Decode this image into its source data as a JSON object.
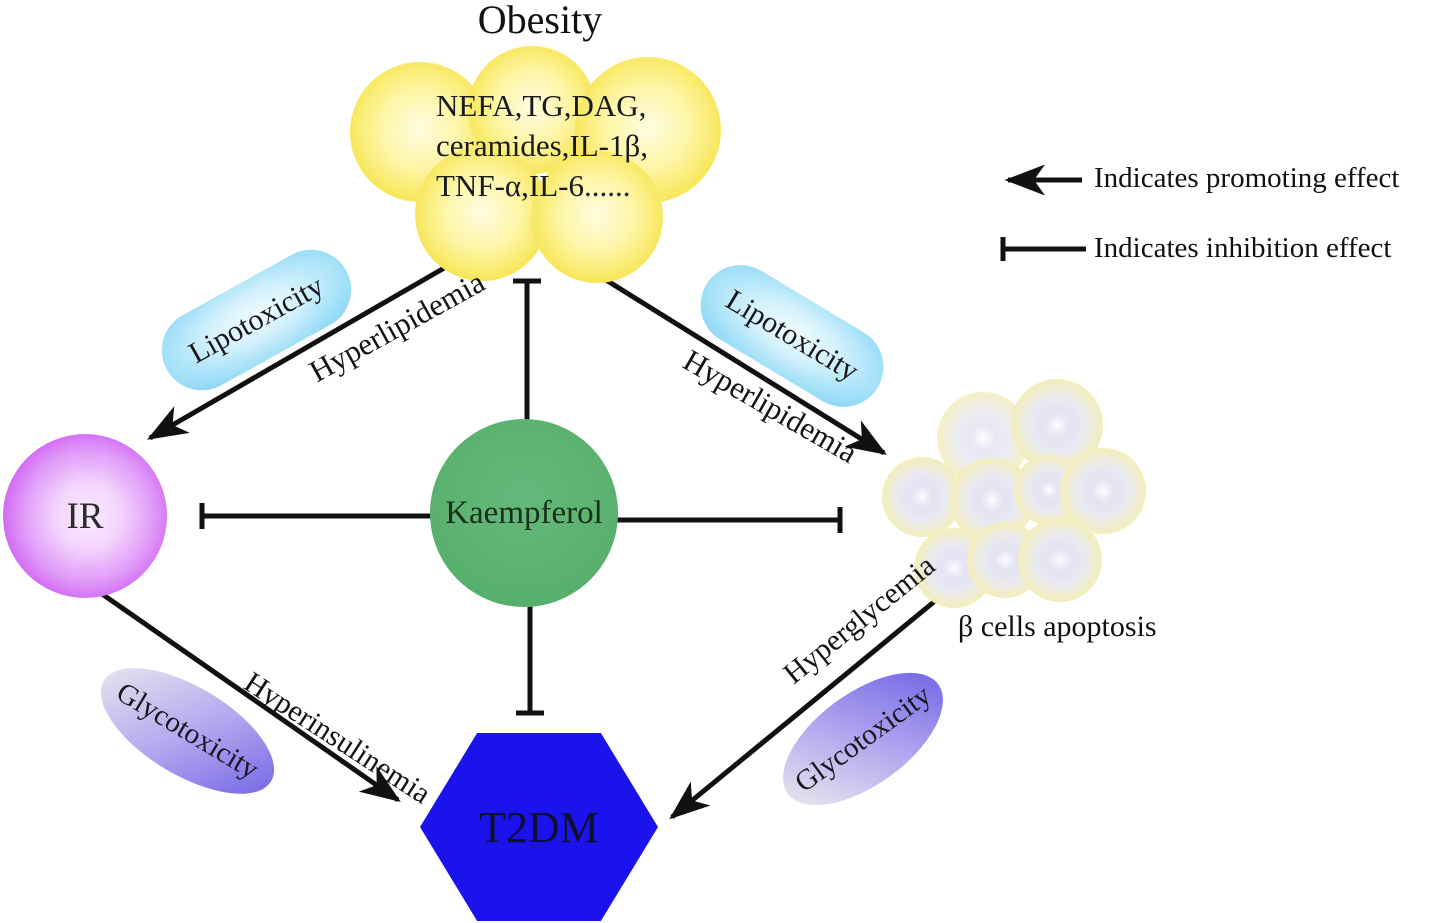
{
  "nodes": {
    "obesity": {
      "title": "Obesity",
      "lines": [
        "NEFA,TG,DAG,",
        "ceramides,IL-1β,",
        "TNF-α,IL-6......"
      ]
    },
    "kaempferol": {
      "label": "Kaempferol"
    },
    "ir": {
      "label": "IR"
    },
    "beta_cells": {
      "label": "β cells apoptosis"
    },
    "t2dm": {
      "label": "T2DM"
    }
  },
  "edges": {
    "lipotoxicity_left": "Lipotoxicity",
    "lipotoxicity_right": "Lipotoxicity",
    "hyperlipidemia_left": "Hyperlipidemia",
    "hyperlipidemia_right": "Hyperlipidemia",
    "hyperinsulinemia": "Hyperinsulinemia",
    "hyperglycemia": "Hyperglycemia",
    "glycotoxicity_left": "Glycotoxicity",
    "glycotoxicity_right": "Glycotoxicity"
  },
  "legend": {
    "promoting_label": "Indicates promoting effect",
    "inhibition_label": "Indicates inhibition effect"
  },
  "colors": {
    "obesity_yellow": "#f2d831",
    "kaempferol_green": "#5cb271",
    "ir_purple": "#bb27ee",
    "t2dm_blue": "#1b13ec",
    "lipotoxicity_cyan": "#7ccff3",
    "glycotoxicity_purple": "#7b6be6",
    "beta_cell_yellow": "#f3eebb",
    "line_black": "#111111"
  }
}
